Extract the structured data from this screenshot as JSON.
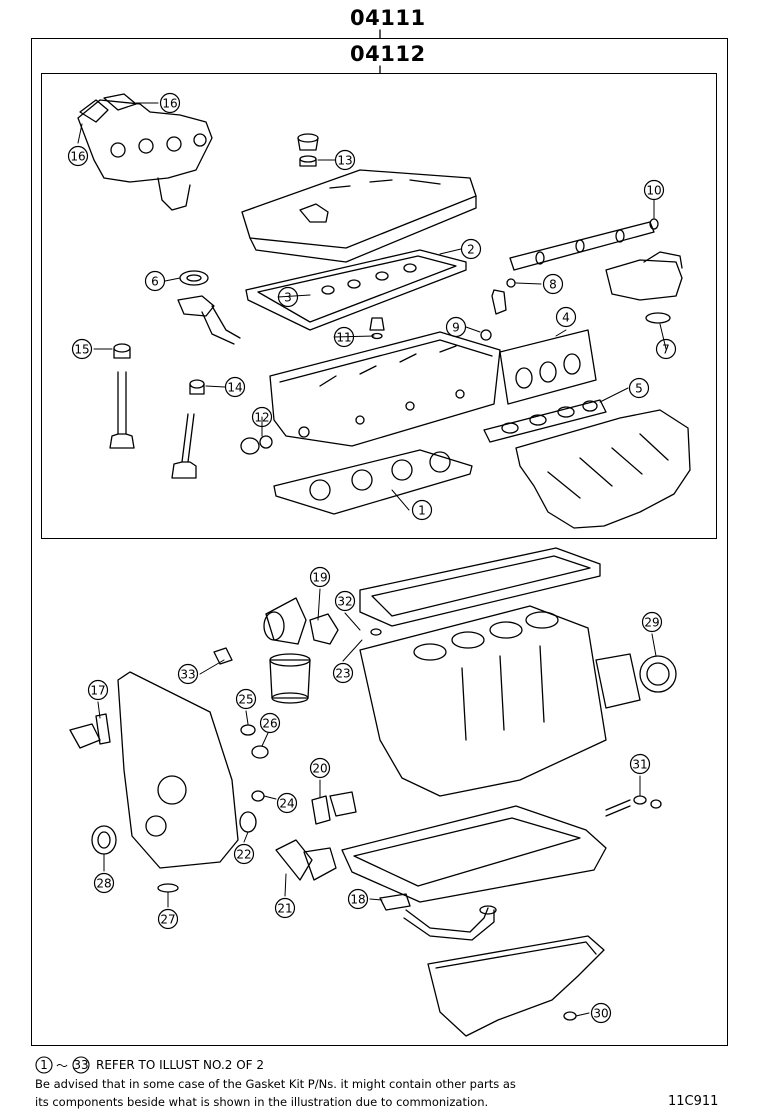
{
  "header": {
    "outer_part_number": "04111",
    "inner_part_number": "04112"
  },
  "callouts": [
    "1",
    "2",
    "3",
    "4",
    "5",
    "6",
    "7",
    "8",
    "9",
    "10",
    "11",
    "12",
    "13",
    "14",
    "15",
    "16",
    "16",
    "17",
    "18",
    "19",
    "20",
    "21",
    "22",
    "23",
    "24",
    "25",
    "26",
    "27",
    "28",
    "29",
    "30",
    "31",
    "32",
    "33"
  ],
  "footer": {
    "range_start": "1",
    "range_sep": "～",
    "range_end": "33",
    "range_text": "REFER TO ILLUST NO.2 OF 2",
    "line2": "Be advised that in some case of the Gasket Kit P/Ns.  it might contain other parts as",
    "line3": "its components beside what is shown in the illustration due to commonization.",
    "illustration_code": "11C911"
  },
  "colors": {
    "line": "#000000",
    "background": "#ffffff"
  }
}
